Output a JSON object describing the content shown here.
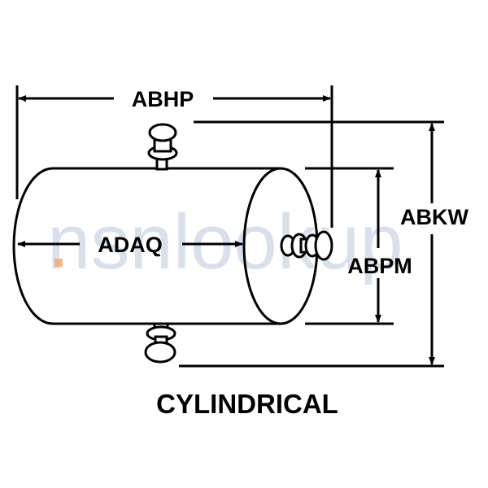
{
  "watermark": "nsnlookup",
  "dimensions": {
    "overall_length": "ABHP",
    "body_length": "ADAQ",
    "overall_height": "ABKW",
    "body_diameter": "ABPM"
  },
  "caption": "CYLINDRICAL",
  "colors": {
    "line": "#000000",
    "background": "#ffffff",
    "watermark": "#b9c9dc",
    "watermark_accent": "#f2a66b"
  }
}
